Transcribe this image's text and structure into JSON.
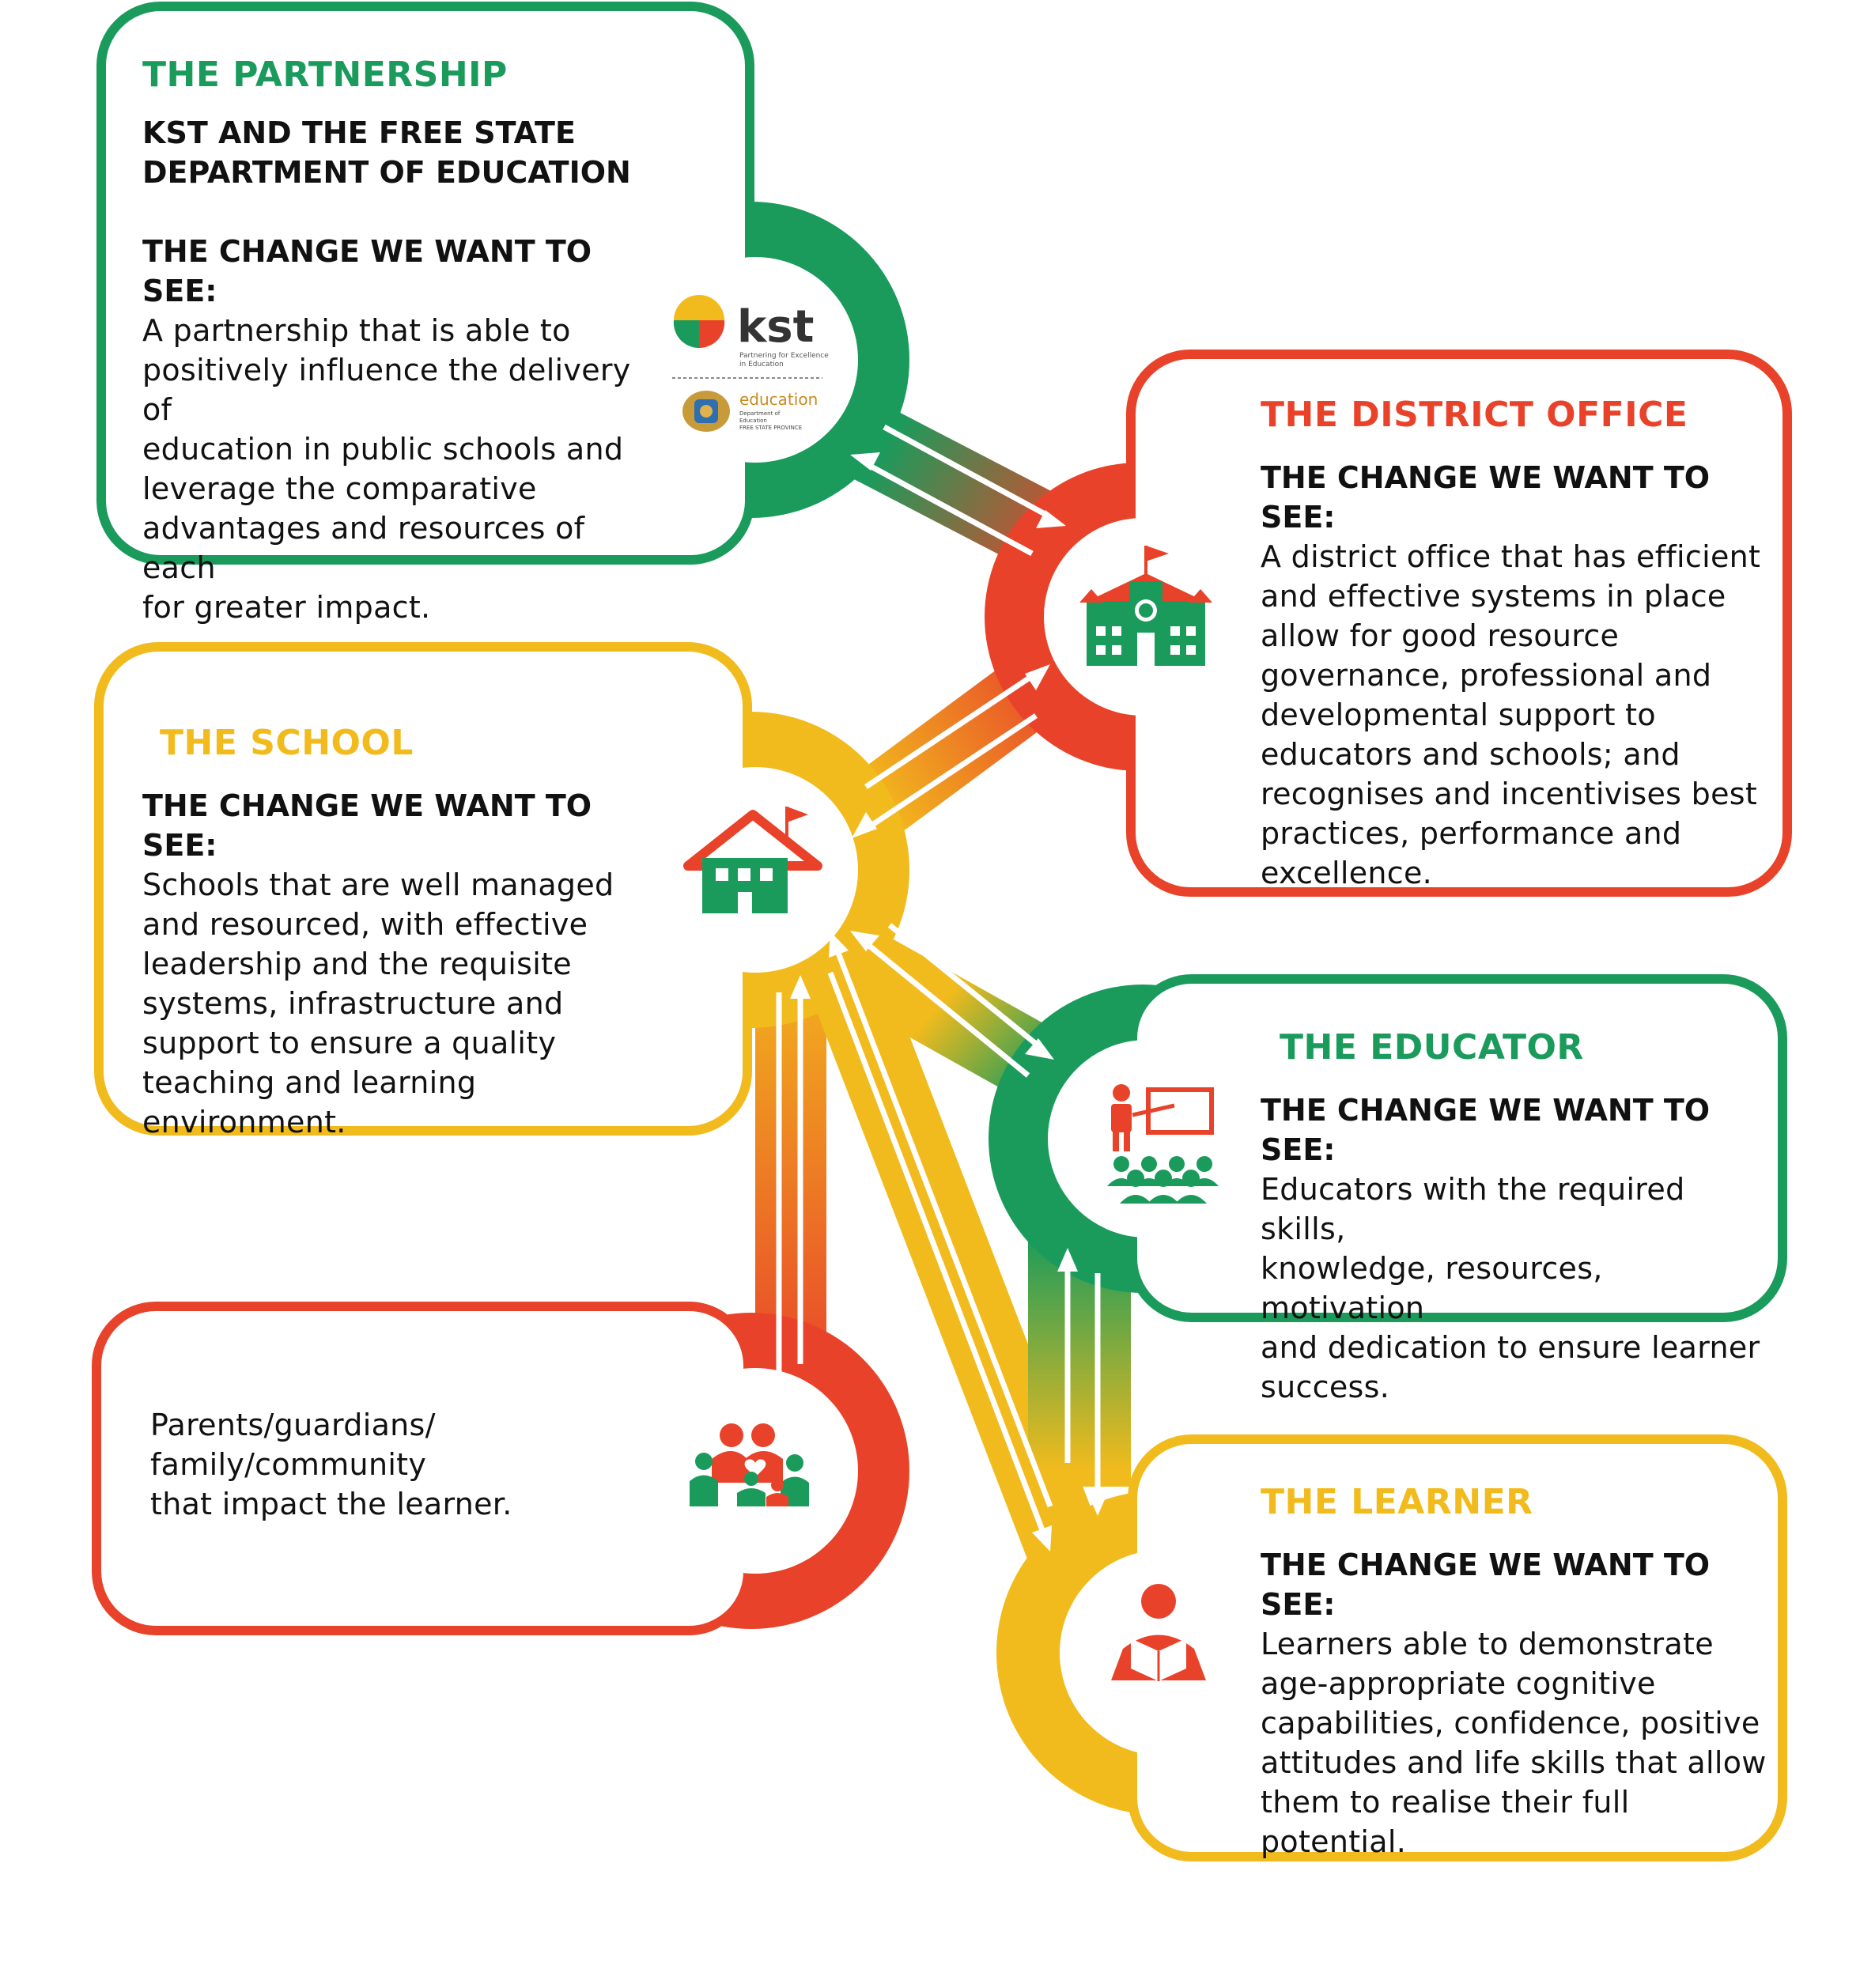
{
  "colors": {
    "green": "#1a9b5c",
    "red": "#e8432a",
    "yellow": "#f2bb1d"
  },
  "partnership": {
    "title": "THE PARTNERSHIP",
    "subtitle_line1": "KST AND THE FREE STATE",
    "subtitle_line2": "DEPARTMENT OF EDUCATION",
    "change_heading": "THE CHANGE WE WANT TO SEE:",
    "lines": [
      "A partnership that is able to",
      "positively influence the delivery of",
      "education in public schools and",
      "leverage the comparative",
      "advantages and resources of each",
      "for greater impact."
    ],
    "logo_kst": "kst",
    "logo_kst_tagline1": "Partnering for Excellence",
    "logo_kst_tagline2": "in Education",
    "logo_edu": "education",
    "logo_edu_sub1": "Department of",
    "logo_edu_sub2": "Education",
    "logo_edu_sub3": "FREE STATE PROVINCE"
  },
  "district": {
    "title": "THE DISTRICT OFFICE",
    "change_heading": "THE CHANGE WE WANT TO SEE:",
    "lines": [
      "A district office that has efficient",
      "and effective systems in place",
      "allow for good resource",
      "governance, professional and",
      "developmental support to",
      "educators and schools; and",
      "recognises and incentivises best",
      "practices, performance and",
      "excellence."
    ]
  },
  "school": {
    "title": "THE SCHOOL",
    "change_heading": "THE CHANGE WE WANT TO SEE:",
    "lines": [
      "Schools that are well managed",
      "and resourced, with effective",
      "leadership and the requisite",
      "systems, infrastructure and",
      "support to ensure a quality",
      "teaching and learning",
      "environment."
    ]
  },
  "educator": {
    "title": "THE EDUCATOR",
    "change_heading": "THE CHANGE WE WANT TO SEE:",
    "lines": [
      "Educators with the required skills,",
      "knowledge, resources, motivation",
      "and dedication to ensure learner",
      "success."
    ]
  },
  "community": {
    "lines": [
      "Parents/guardians/",
      "family/community",
      "that impact the learner."
    ]
  },
  "learner": {
    "title": "THE LEARNER",
    "change_heading": "THE CHANGE WE WANT TO SEE:",
    "lines": [
      "Learners able to demonstrate",
      "age-appropriate cognitive",
      "capabilities, confidence, positive",
      "attitudes and life skills that allow",
      "them to realise their full",
      "potential."
    ]
  }
}
